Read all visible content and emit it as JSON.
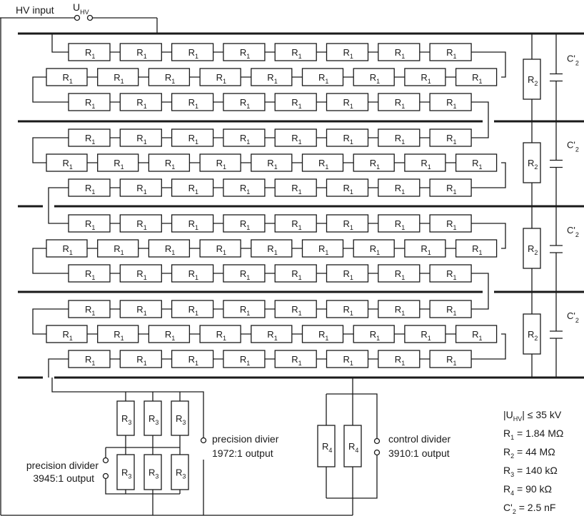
{
  "input": {
    "label": "HV input",
    "voltage_main": "U",
    "voltage_sub": "HV"
  },
  "resistors": {
    "r1": {
      "main": "R",
      "sub": "1"
    },
    "r2": {
      "main": "R",
      "sub": "2"
    },
    "r3": {
      "main": "R",
      "sub": "3"
    },
    "r4": {
      "main": "R",
      "sub": "4"
    }
  },
  "capacitor": {
    "main": "C",
    "prime": "'",
    "sub": "2"
  },
  "outputs": {
    "precision_1972": {
      "line1": "precision divier",
      "line2": "1972:1 output"
    },
    "precision_3945": {
      "line1": "precision divider",
      "line2": "3945:1 output"
    },
    "control_3910": {
      "line1": "control divider",
      "line2": "3910:1 output"
    }
  },
  "parameters": {
    "voltage": {
      "prefix": "|U",
      "sub": "HV",
      "suffix": "| ≤ 35 kV"
    },
    "r1": {
      "main": "R",
      "sub": "1",
      "value": " = 1.84 MΩ"
    },
    "r2": {
      "main": "R",
      "sub": "2",
      "value": " = 44 MΩ"
    },
    "r3": {
      "main": "R",
      "sub": "3",
      "value": " = 140 kΩ"
    },
    "r4": {
      "main": "R",
      "sub": "4",
      "value": " = 90 kΩ"
    },
    "c2": {
      "main": "C",
      "prime": "'",
      "sub": "2",
      "value": " = 2.5 nF"
    }
  }
}
